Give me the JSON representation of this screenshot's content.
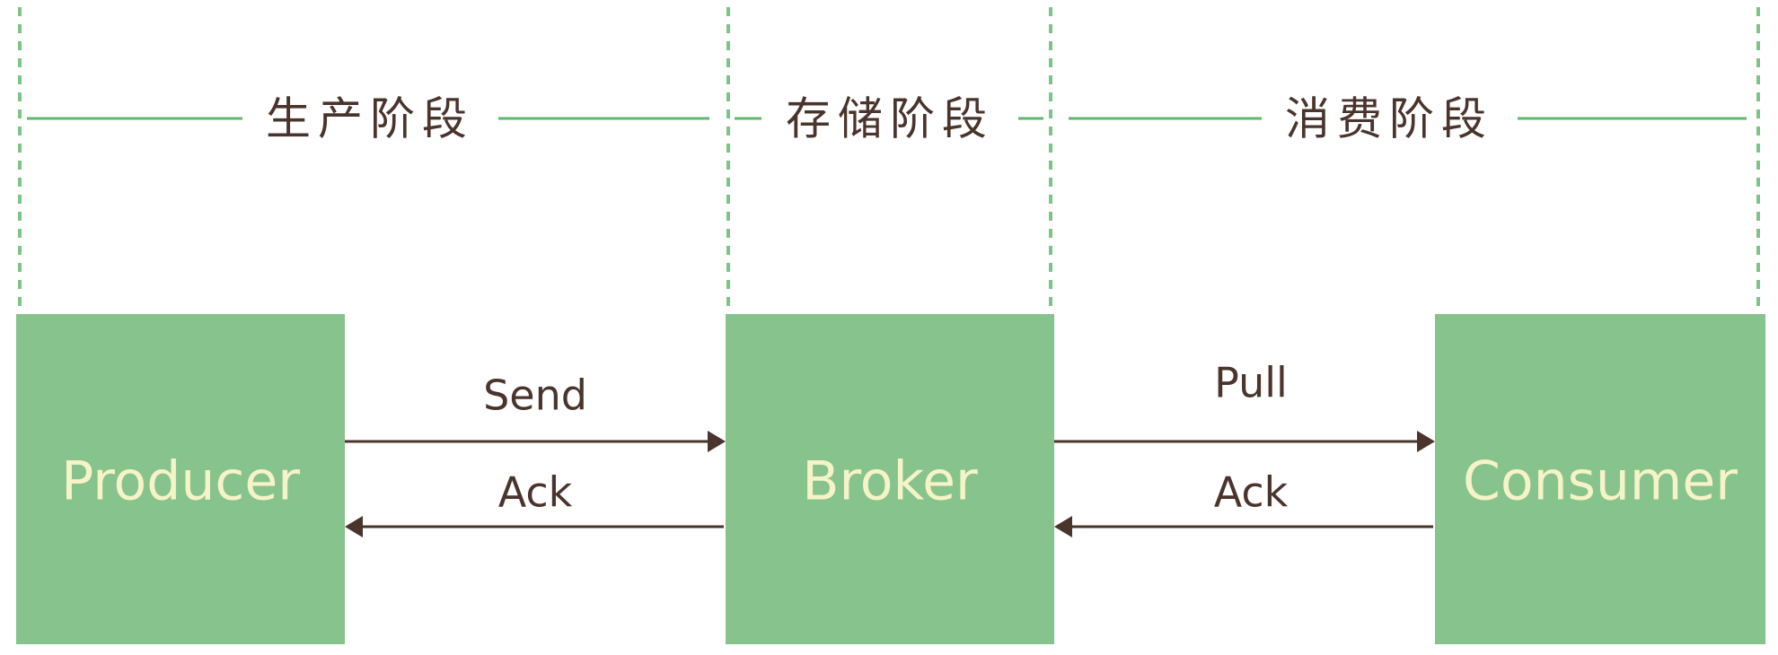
{
  "stages": [
    {
      "id": "produce",
      "label": "生产阶段"
    },
    {
      "id": "store",
      "label": "存储阶段"
    },
    {
      "id": "consume",
      "label": "消费阶段"
    }
  ],
  "nodes": [
    {
      "id": "producer",
      "label": "Producer"
    },
    {
      "id": "broker",
      "label": "Broker"
    },
    {
      "id": "consumer",
      "label": "Consumer"
    }
  ],
  "edges": [
    {
      "id": "send",
      "from": "producer",
      "to": "broker",
      "label": "Send"
    },
    {
      "id": "ack-producer",
      "from": "broker",
      "to": "producer",
      "label": "Ack"
    },
    {
      "id": "pull",
      "from": "broker",
      "to": "consumer",
      "label": "Pull"
    },
    {
      "id": "ack-broker",
      "from": "consumer",
      "to": "broker",
      "label": "Ack"
    }
  ],
  "colors": {
    "box_fill": "#87c38d",
    "box_text": "#f7f3c9",
    "stage_line": "#5fb86a",
    "divider": "#7fc487",
    "ink": "#4a342c"
  }
}
